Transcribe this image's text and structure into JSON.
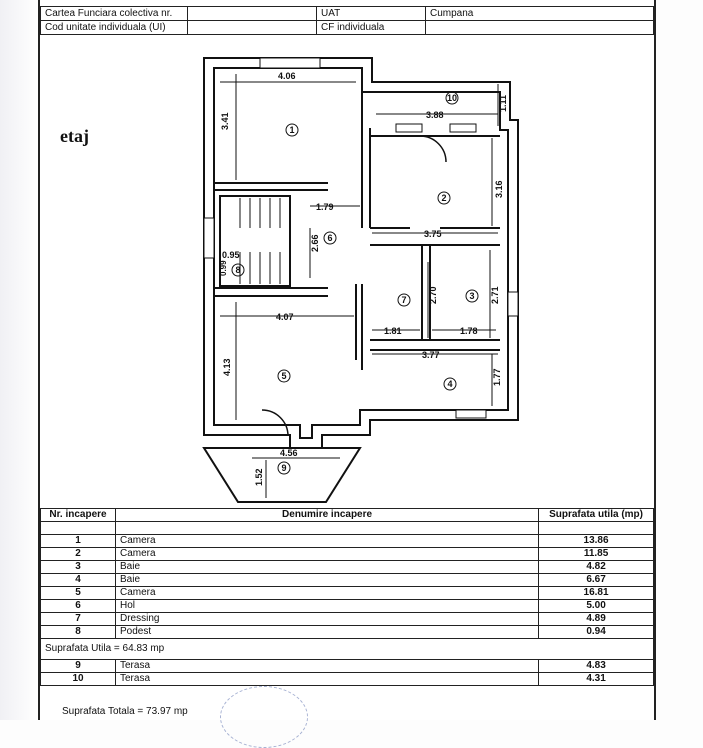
{
  "header": {
    "row1_label": "Cartea Funciara colectiva nr.",
    "row1_uat_label": "UAT",
    "row1_uat_value": "Cumpana",
    "row2_label": "Cod unitate individuala  (UI)",
    "row2_cf_label": "CF individuala"
  },
  "floor_label": "etaj",
  "plan": {
    "dimensions": [
      "4.06",
      "3.41",
      "3.88",
      "1.11",
      "3.16",
      "1.79",
      "2.66",
      "3.75",
      "0.95",
      "0.99",
      "2.70",
      "2.71",
      "4.07",
      "1.81",
      "1.78",
      "3.77",
      "4.13",
      "1.77",
      "4.56",
      "1.52"
    ],
    "room_markers": [
      "1",
      "2",
      "3",
      "4",
      "5",
      "6",
      "7",
      "8",
      "9",
      "10"
    ]
  },
  "table": {
    "col_nr": "Nr. incapere",
    "col_name": "Denumire incapere",
    "col_area": "Suprafata utila (mp)",
    "rooms": [
      {
        "nr": "1",
        "name": "Camera",
        "area": "13.86"
      },
      {
        "nr": "2",
        "name": "Camera",
        "area": "11.85"
      },
      {
        "nr": "3",
        "name": "Baie",
        "area": "4.82"
      },
      {
        "nr": "4",
        "name": "Baie",
        "area": "6.67"
      },
      {
        "nr": "5",
        "name": "Camera",
        "area": "16.81"
      },
      {
        "nr": "6",
        "name": "Hol",
        "area": "5.00"
      },
      {
        "nr": "7",
        "name": "Dressing",
        "area": "4.89"
      },
      {
        "nr": "8",
        "name": "Podest",
        "area": "0.94"
      }
    ],
    "utila_total": "Suprafata Utila = 64.83 mp",
    "terraces": [
      {
        "nr": "9",
        "name": "Terasa",
        "area": "4.83"
      },
      {
        "nr": "10",
        "name": "Terasa",
        "area": "4.31"
      }
    ],
    "grand_total": "Suprafata Totala = 73.97 mp"
  }
}
